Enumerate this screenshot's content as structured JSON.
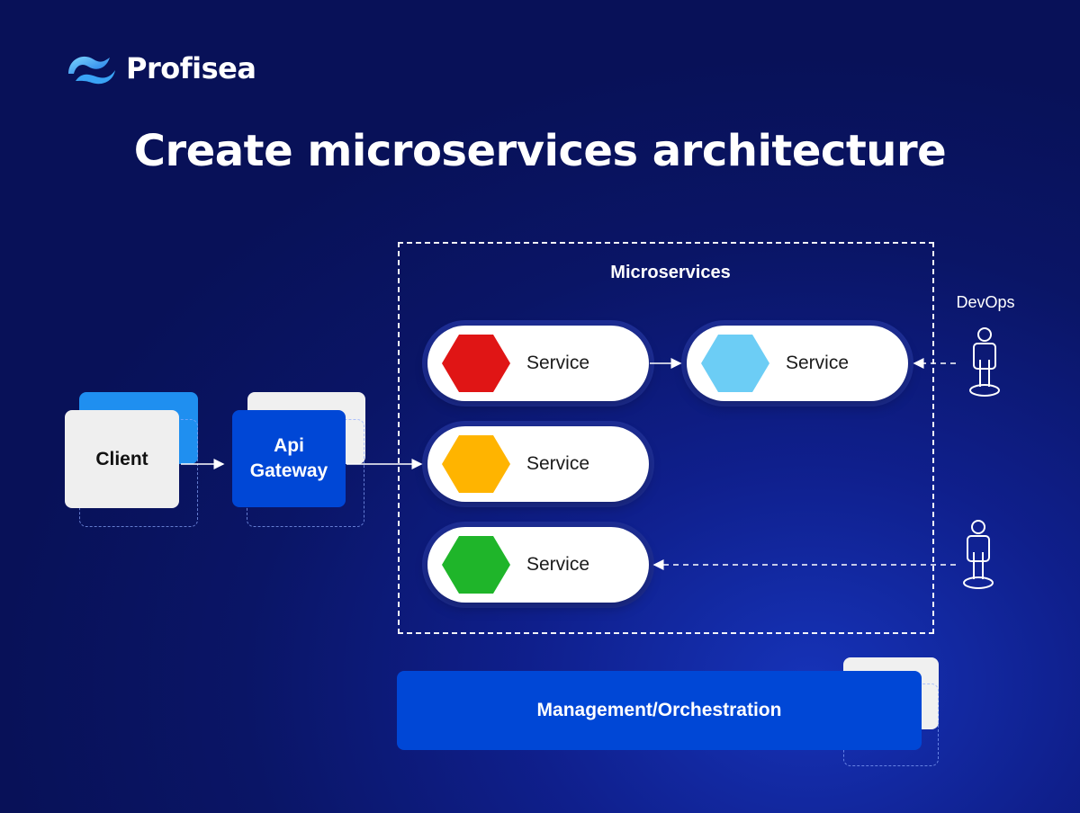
{
  "brand": {
    "name": "Profisea"
  },
  "title": "Create microservices architecture",
  "microservices_label": "Microservices",
  "devops_label": "DevOps",
  "client_label": "Client",
  "gateway_label": "Api\nGateway",
  "services": [
    {
      "label": "Service",
      "color": "#e01515"
    },
    {
      "label": "Service",
      "color": "#6ccdf5"
    },
    {
      "label": "Service",
      "color": "#ffb400"
    },
    {
      "label": "Service",
      "color": "#1fb52a"
    }
  ],
  "management_label": "Management/Orchestration",
  "colors": {
    "accent_blue": "#0047d6",
    "card_light": "#f0f0f0",
    "background": "#0a1566"
  }
}
